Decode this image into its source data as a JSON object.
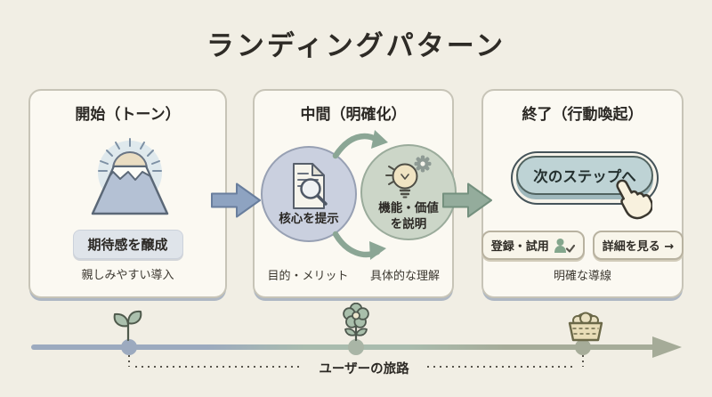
{
  "title": "ランディングパターン",
  "colors": {
    "background": "#f1eee4",
    "card_bg": "#fbf9f2",
    "flow_arrow_blue": "#8ea3c1",
    "flow_arrow_green": "#94ac9c",
    "cta_fill": "#bed3d5",
    "circle_left_fill": "#cad0df",
    "circle_right_fill": "#ccd6c8",
    "timeline_start": "#9caabf",
    "timeline_mid": "#a9bcae",
    "timeline_end": "#a6ac99"
  },
  "panels": [
    {
      "title": "開始（トーン）",
      "badge": "期待感を醸成",
      "caption": "親しみやすい導入"
    },
    {
      "title": "中間（明確化）",
      "circle_left": {
        "label": "核心を提示",
        "caption": "目的・メリット"
      },
      "circle_right": {
        "label_line1": "機能・価値",
        "label_line2": "を説明",
        "caption": "具体的な理解"
      }
    },
    {
      "title": "終了（行動喚起）",
      "cta_label": "次のステップへ",
      "pill_signup": "登録・試用",
      "pill_details": "詳細を見る →",
      "caption": "明確な導線"
    }
  ],
  "timeline": {
    "label": "ユーザーの旅路"
  }
}
